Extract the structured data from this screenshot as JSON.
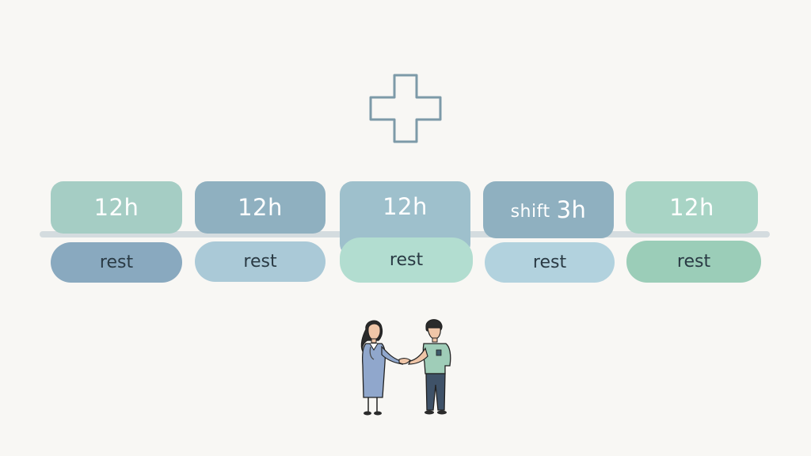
{
  "colors": {
    "background": "#f8f7f4",
    "plus_outline": "#7d9aa8",
    "timeline": "#d4dcdf"
  },
  "icons": {
    "plus": "medical-cross-icon",
    "people": "handshake-people-illustration"
  },
  "shifts": [
    {
      "label": "12h",
      "color": "#a5cdc4"
    },
    {
      "label": "12h",
      "color": "#8fb0c0"
    },
    {
      "label": "12h",
      "color": "#9ec0cc"
    },
    {
      "prefix": "shift",
      "label": "3h",
      "color": "#8fb0c0"
    },
    {
      "label": "12h",
      "color": "#a8d4c5"
    }
  ],
  "rests": [
    {
      "label": "rest",
      "color": "#89a9bf"
    },
    {
      "label": "rest",
      "color": "#aac9d7"
    },
    {
      "label": "rest",
      "color": "#b2ddd0"
    },
    {
      "label": "rest",
      "color": "#b2d2de"
    },
    {
      "label": "rest",
      "color": "#9bcdb8"
    }
  ]
}
